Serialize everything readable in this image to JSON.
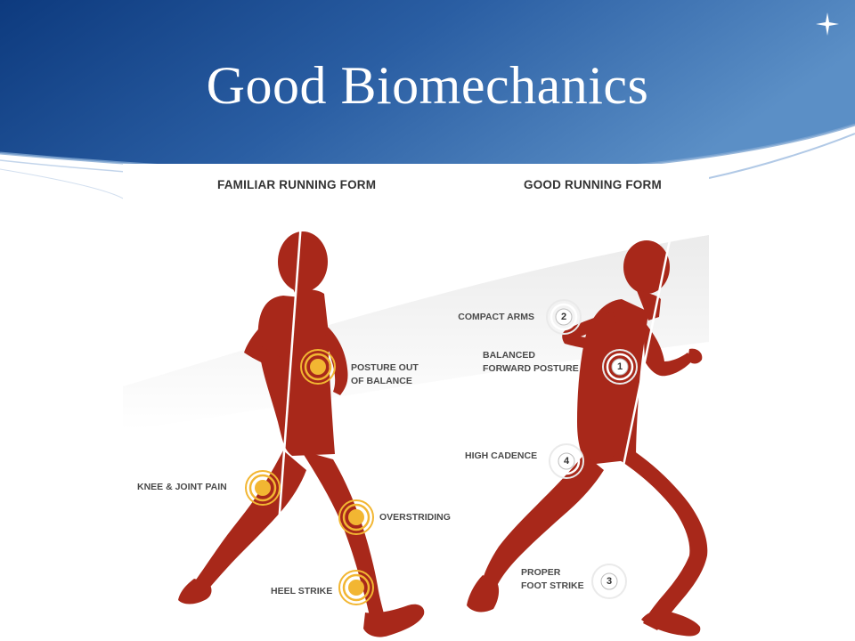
{
  "slide": {
    "title": "Good Biomechanics",
    "colors": {
      "header_dark": "#0f3f83",
      "header_light": "#4f86c1",
      "runner": "#a8281a",
      "marker_warn": "#f2b632",
      "marker_good": "#ffffff"
    }
  },
  "diagram": {
    "panels": [
      {
        "heading": "FAMILIAR RUNNING FORM",
        "callouts": [
          {
            "label_lines": [
              "POSTURE OUT",
              "OF BALANCE"
            ]
          },
          {
            "label_lines": [
              "KNEE & JOINT PAIN"
            ]
          },
          {
            "label_lines": [
              "OVERSTRIDING"
            ]
          },
          {
            "label_lines": [
              "HEEL STRIKE"
            ]
          }
        ]
      },
      {
        "heading": "GOOD RUNNING FORM",
        "callouts": [
          {
            "number": "2",
            "label_lines": [
              "COMPACT ARMS"
            ]
          },
          {
            "number": "1",
            "label_lines": [
              "BALANCED",
              "FORWARD POSTURE"
            ]
          },
          {
            "number": "4",
            "label_lines": [
              "HIGH CADENCE"
            ]
          },
          {
            "number": "3",
            "label_lines": [
              "PROPER",
              "FOOT STRIKE"
            ]
          }
        ]
      }
    ]
  }
}
